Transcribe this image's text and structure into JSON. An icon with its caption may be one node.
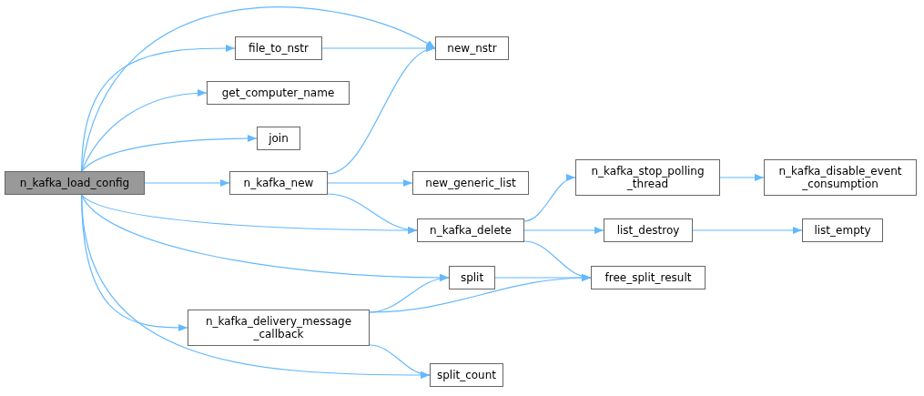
{
  "diagram": {
    "nodes": [
      {
        "text": [
          "n_kafka_load_config"
        ]
      },
      {
        "text": [
          "file_to_nstr"
        ]
      },
      {
        "text": [
          "get_computer_name"
        ]
      },
      {
        "text": [
          "join"
        ]
      },
      {
        "text": [
          "n_kafka_new"
        ]
      },
      {
        "text": [
          "n_kafka_delivery_message _callback"
        ]
      },
      {
        "text": [
          "new_nstr"
        ]
      },
      {
        "text": [
          "new_generic_list"
        ]
      },
      {
        "text": [
          "n_kafka_delete"
        ]
      },
      {
        "text": [
          "split"
        ]
      },
      {
        "text": [
          "split_count"
        ]
      },
      {
        "text": [
          "n_kafka_stop_polling _thread"
        ]
      },
      {
        "text": [
          "list_destroy"
        ]
      },
      {
        "text": [
          "free_split_result"
        ]
      },
      {
        "text": [
          "n_kafka_disable_event _consumption"
        ]
      },
      {
        "text": [
          "list_empty"
        ]
      }
    ],
    "edges": [
      {
        "from": 0,
        "to": 6,
        "arrow": "to"
      },
      {
        "from": 0,
        "to": 1,
        "arrow": "to"
      },
      {
        "from": 0,
        "to": 2,
        "arrow": "to"
      },
      {
        "from": 0,
        "to": 3,
        "arrow": "to"
      },
      {
        "from": 0,
        "to": 4,
        "arrow": "to"
      },
      {
        "from": 0,
        "to": 8,
        "arrow": "to"
      },
      {
        "from": 0,
        "to": 9,
        "arrow": "to"
      },
      {
        "from": 0,
        "to": 5,
        "arrow": "to"
      },
      {
        "from": 0,
        "to": 10,
        "arrow": "to"
      },
      {
        "from": 1,
        "to": 6,
        "arrow": "to"
      },
      {
        "from": 4,
        "to": 6,
        "arrow": "to"
      },
      {
        "from": 4,
        "to": 7,
        "arrow": "to"
      },
      {
        "from": 4,
        "to": 8,
        "arrow": "to"
      },
      {
        "from": 5,
        "to": 9,
        "arrow": "to"
      },
      {
        "from": 5,
        "to": 13,
        "arrow": "to"
      },
      {
        "from": 5,
        "to": 10,
        "arrow": "to"
      },
      {
        "from": 8,
        "to": 11,
        "arrow": "to"
      },
      {
        "from": 8,
        "to": 12,
        "arrow": "to"
      },
      {
        "from": 8,
        "to": 13,
        "arrow": "to"
      },
      {
        "from": 9,
        "to": 13,
        "arrow": "to"
      },
      {
        "from": 11,
        "to": 14,
        "arrow": "to"
      },
      {
        "from": 12,
        "to": 15,
        "arrow": "to"
      }
    ]
  }
}
